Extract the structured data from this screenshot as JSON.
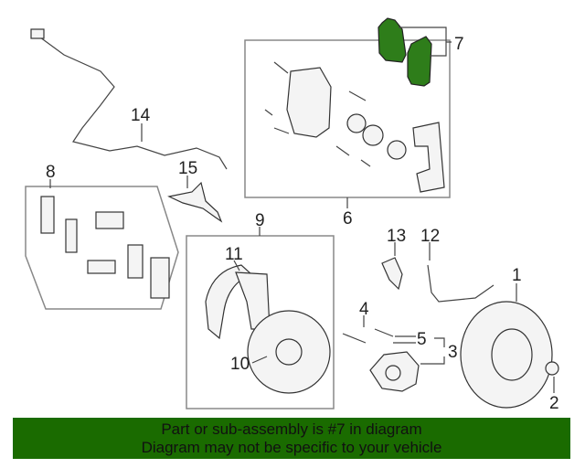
{
  "diagram": {
    "callouts": [
      "1",
      "2",
      "3",
      "4",
      "5",
      "6",
      "7",
      "8",
      "9",
      "10",
      "11",
      "12",
      "13",
      "14",
      "15"
    ],
    "highlight_color": "#2e7d1a"
  },
  "banner": {
    "line1": "Part or sub-assembly is #7 in diagram",
    "line2": "Diagram may not be specific to your vehicle",
    "color": "#1a6b00"
  }
}
